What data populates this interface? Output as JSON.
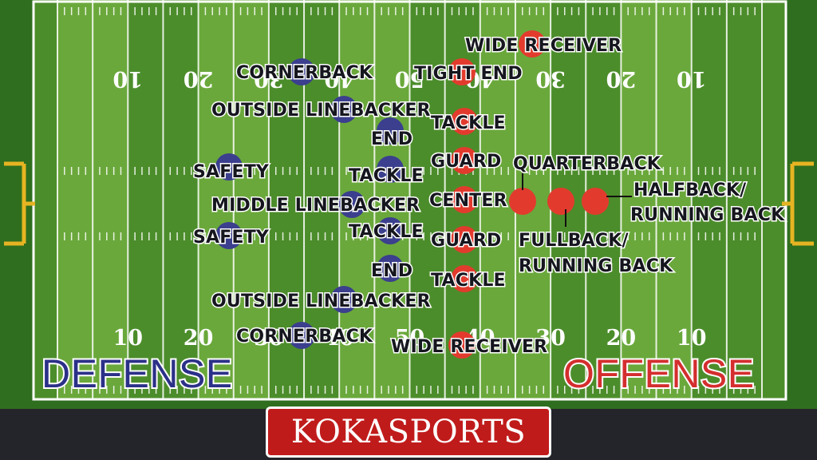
{
  "colors": {
    "grass_dark": "#4c8d2b",
    "grass_light": "#6aa83b",
    "sideline": "#2f6e1f",
    "defense_dot": "#3b3f8e",
    "offense_dot": "#e23b2e",
    "defense_text": "#2b3088",
    "offense_text": "#d42e2e",
    "goalpost": "#e6b422",
    "brand_bg": "#c01b1b",
    "footer_bg": "#24252a"
  },
  "yard_numbers": {
    "top": [
      "10",
      "20",
      "30",
      "40",
      "50",
      "40",
      "30",
      "20",
      "10"
    ],
    "bottom": [
      "10",
      "20",
      "30",
      "40",
      "50",
      "40",
      "30",
      "20",
      "10"
    ]
  },
  "teams": {
    "defense_title": "DEFENSE",
    "offense_title": "OFFENSE"
  },
  "defense": [
    {
      "label": "CORNERBACK"
    },
    {
      "label": "OUTSIDE LINEBACKER"
    },
    {
      "label": "END"
    },
    {
      "label": "SAFETY"
    },
    {
      "label": "TACKLE"
    },
    {
      "label": "MIDDLE LINEBACKER"
    },
    {
      "label": "SAFETY"
    },
    {
      "label": "TACKLE"
    },
    {
      "label": "END"
    },
    {
      "label": "OUTSIDE LINEBACKER"
    },
    {
      "label": "CORNERBACK"
    }
  ],
  "offense": [
    {
      "label": "WIDE RECEIVER"
    },
    {
      "label": "TIGHT END"
    },
    {
      "label": "TACKLE"
    },
    {
      "label": "GUARD"
    },
    {
      "label": "CENTER"
    },
    {
      "label": "QUARTERBACK"
    },
    {
      "label": "HALFBACK/"
    },
    {
      "label": "RUNNING BACK"
    },
    {
      "label": "FULLBACK/"
    },
    {
      "label": "RUNNING BACK"
    },
    {
      "label": "GUARD"
    },
    {
      "label": "TACKLE"
    },
    {
      "label": "WIDE RECEIVER"
    }
  ],
  "brand": {
    "name": "KOKASPORTS"
  }
}
